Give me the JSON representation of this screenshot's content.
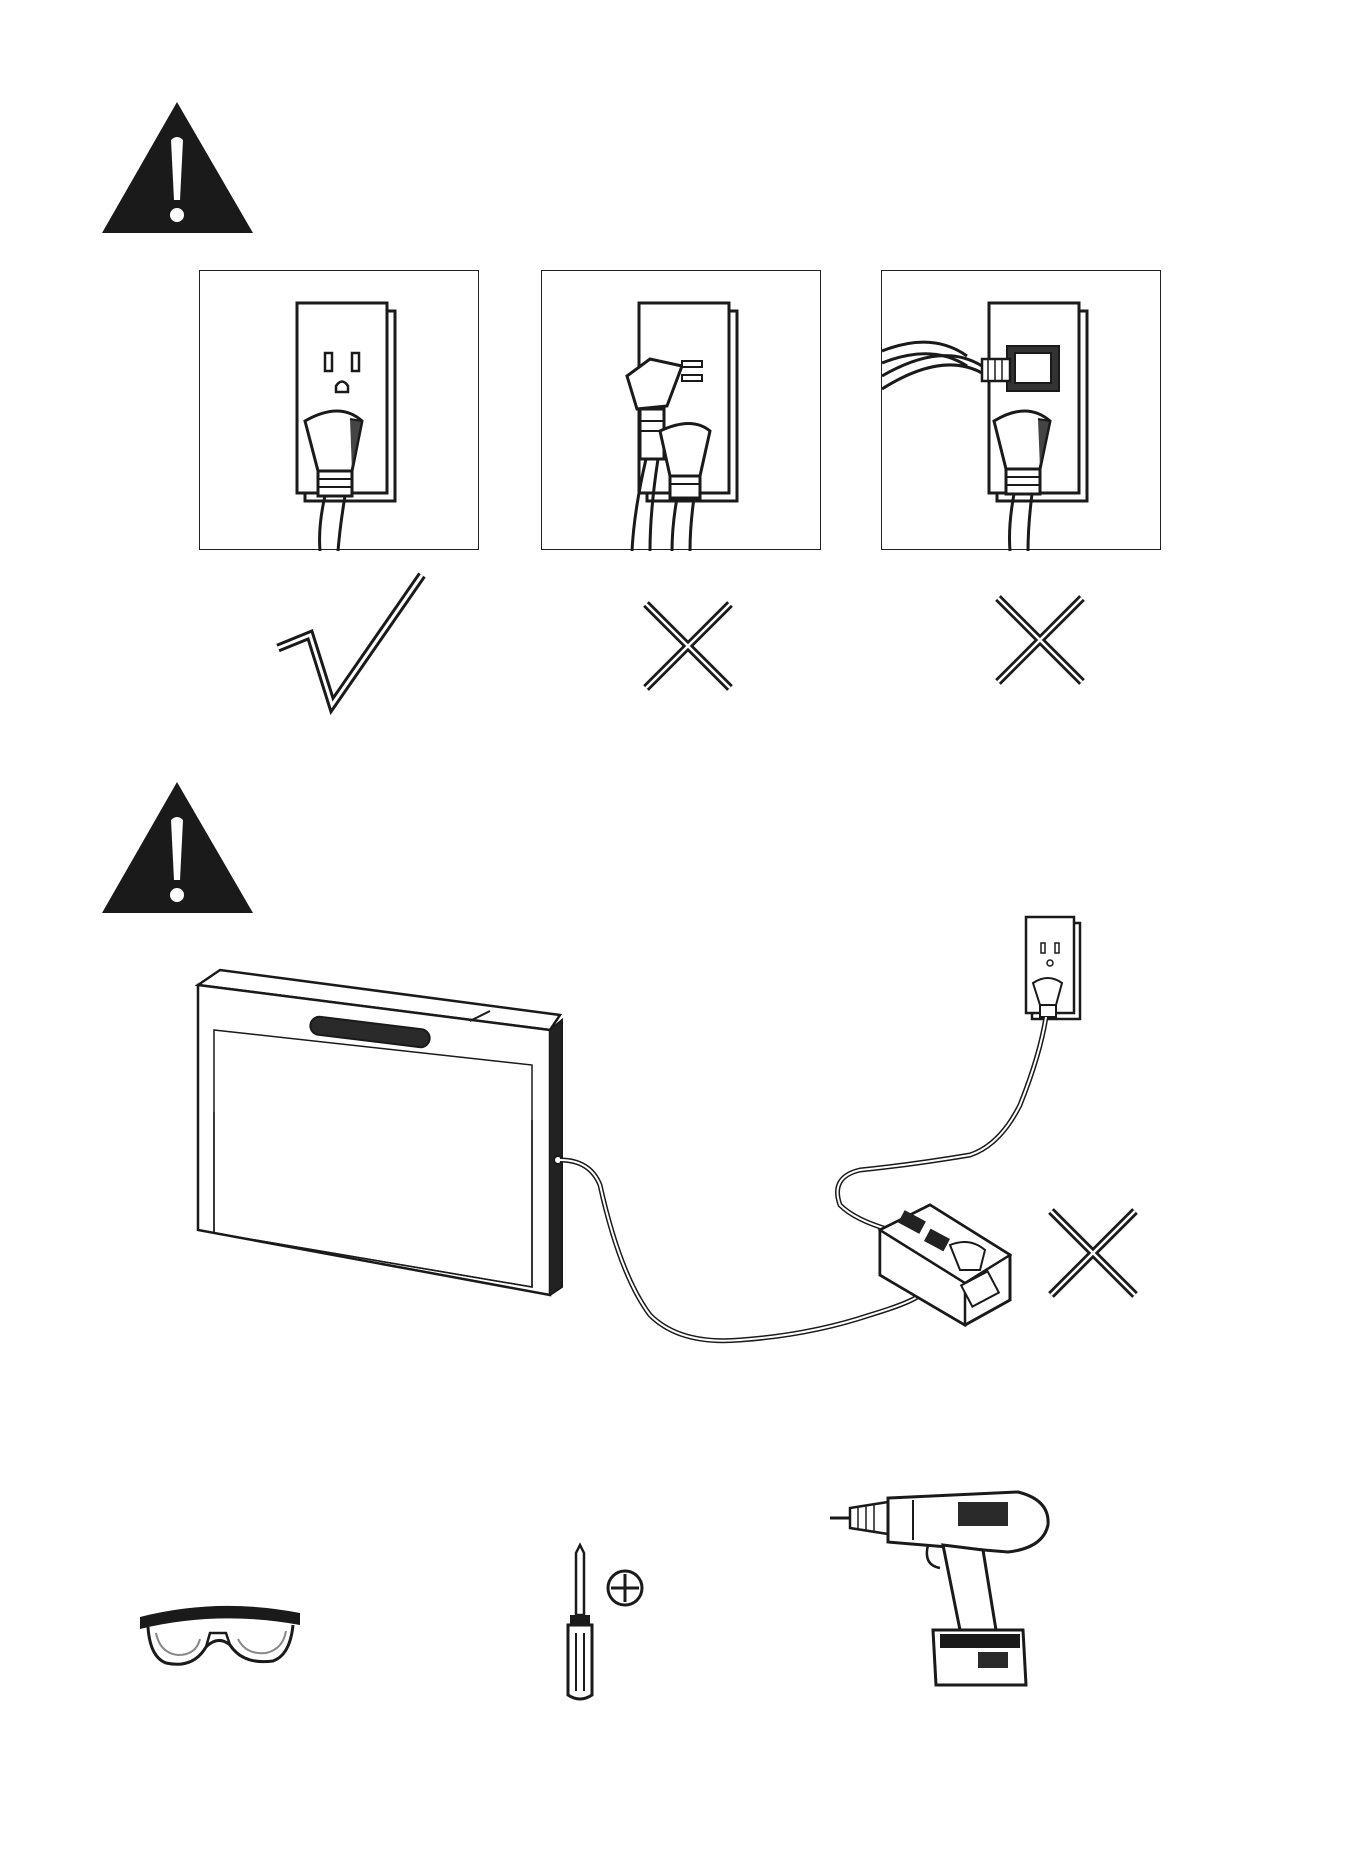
{
  "page": {
    "background": "#ffffff",
    "ink": "#1a1a1a"
  },
  "warning_section_1": {
    "icon": "warning-triangle-icon",
    "panels": [
      {
        "illustration": "single-plug-in-outlet",
        "verdict": "correct",
        "verdict_icon": "checkmark-icon"
      },
      {
        "illustration": "stacked-plug-adapter-in-outlet",
        "verdict": "incorrect",
        "verdict_icon": "cross-icon"
      },
      {
        "illustration": "multiple-cords-in-outlet",
        "verdict": "incorrect",
        "verdict_icon": "cross-icon"
      }
    ]
  },
  "warning_section_2": {
    "icon": "warning-triangle-icon",
    "illustration": "fireplace-plugged-into-power-strip",
    "verdict": "incorrect",
    "verdict_icon": "cross-icon"
  },
  "tools": [
    {
      "name": "safety-glasses-icon"
    },
    {
      "name": "phillips-screwdriver-icon",
      "marker": "phillips-head-symbol-icon"
    },
    {
      "name": "power-drill-icon"
    }
  ]
}
